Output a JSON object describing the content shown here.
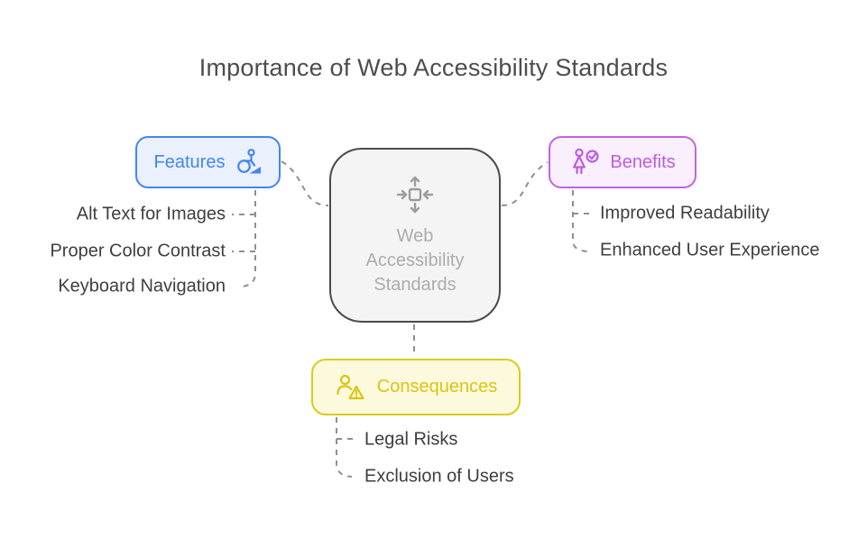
{
  "title": "Importance of Web Accessibility Standards",
  "center": {
    "label": "Web Accessibility Standards",
    "icon": "move-focus-icon",
    "border_color": "#4a4a4a",
    "bg_color": "#f4f4f4",
    "text_color": "#acacac"
  },
  "branches": {
    "features": {
      "label": "Features",
      "icon": "wheelchair-accessibility-icon",
      "accent_color": "#4285f4",
      "bg_color": "#eaf1fd",
      "items": [
        "Alt Text for Images",
        "Proper Color Contrast",
        "Keyboard Navigation"
      ]
    },
    "benefits": {
      "label": "Benefits",
      "icon": "person-check-icon",
      "accent_color": "#bd5ce0",
      "bg_color": "#f9effd",
      "items": [
        "Improved Readability",
        "Enhanced User Experience"
      ]
    },
    "consequences": {
      "label": "Consequences",
      "icon": "person-warning-icon",
      "accent_color": "#d8c513",
      "bg_color": "#fcf9dd",
      "items": [
        "Legal Risks",
        "Exclusion of Users"
      ]
    }
  },
  "connector_color": "#8f8f8f",
  "item_text_color": "#3e3e3e",
  "title_color": "#4d4d4d"
}
